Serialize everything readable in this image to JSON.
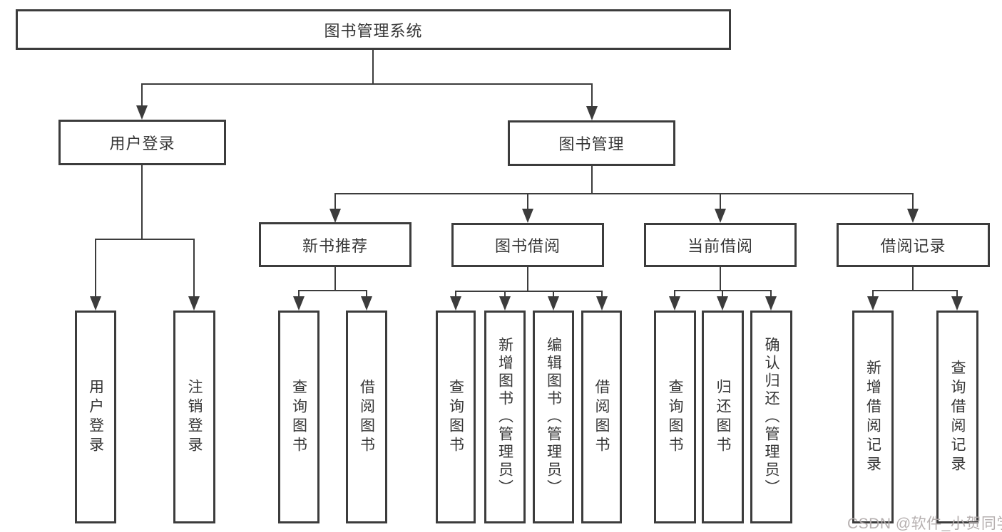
{
  "root": {
    "label": "图书管理系统"
  },
  "level2": {
    "user_login": {
      "label": "用户登录"
    },
    "book_mgmt": {
      "label": "图书管理"
    }
  },
  "level3": {
    "new_books": {
      "label": "新书推荐"
    },
    "borrowing": {
      "label": "图书借阅"
    },
    "current": {
      "label": "当前借阅"
    },
    "records": {
      "label": "借阅记录"
    }
  },
  "leaves": {
    "user_login": {
      "label": "用户登录"
    },
    "logout": {
      "label": "注销登录"
    },
    "nb_query": {
      "label": "查询图书"
    },
    "nb_borrow": {
      "label": "借阅图书"
    },
    "bb_query": {
      "label": "查询图书"
    },
    "bb_add": {
      "label": "新增图书（管理员）"
    },
    "bb_edit": {
      "label": "编辑图书（管理员）"
    },
    "bb_borrow": {
      "label": "借阅图书"
    },
    "cb_query": {
      "label": "查询图书"
    },
    "cb_return": {
      "label": "归还图书"
    },
    "cb_confirm": {
      "label": "确认归还（管理员）"
    },
    "rec_add": {
      "label": "新增借阅记录"
    },
    "rec_query": {
      "label": "查询借阅记录"
    }
  },
  "watermark": "CSDN @软件_小贺同学",
  "colors": {
    "line": "#3c3c3c",
    "text": "#363636",
    "background": "#ffffff",
    "watermark": "#b2acac"
  }
}
